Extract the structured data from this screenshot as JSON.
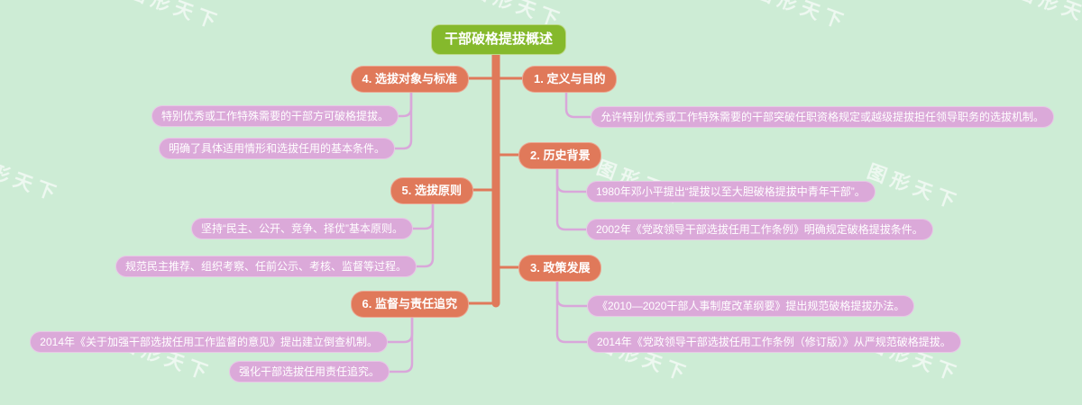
{
  "page": {
    "background": "#cdecd5"
  },
  "watermark": {
    "text": "图形天下"
  },
  "colors": {
    "center_fill": "#85b92c",
    "branch_fill": "#e0795a",
    "leaf_fill": "#dba9d9",
    "trunk": "#e0795a",
    "branch_connector": "#e0795a",
    "leaf_connector": "#d9a7da",
    "text": "#ffffff"
  },
  "mindmap": {
    "center": {
      "label": "干部破格提拔概述"
    },
    "branches": [
      {
        "label": "1. 定义与目的",
        "children": [
          "允许特别优秀或工作特殊需要的干部突破任职资格规定或越级提拔担任领导职务的选拔机制。"
        ]
      },
      {
        "label": "2. 历史背景",
        "children": [
          "1980年邓小平提出“提拔以至大胆破格提拔中青年干部”。",
          "2002年《党政领导干部选拔任用工作条例》明确规定破格提拔条件。"
        ]
      },
      {
        "label": "3. 政策发展",
        "children": [
          "《2010—2020干部人事制度改革纲要》提出规范破格提拔办法。",
          "2014年《党政领导干部选拔任用工作条例（修订版）》从严规范破格提拔。"
        ]
      },
      {
        "label": "4. 选拔对象与标准",
        "children": [
          "特别优秀或工作特殊需要的干部方可破格提拔。",
          "明确了具体适用情形和选拔任用的基本条件。"
        ]
      },
      {
        "label": "5. 选拔原则",
        "children": [
          "坚持“民主、公开、竞争、择优”基本原则。",
          "规范民主推荐、组织考察、任前公示、考核、监督等过程。"
        ]
      },
      {
        "label": "6. 监督与责任追究",
        "children": [
          "2014年《关于加强干部选拔任用工作监督的意见》提出建立倒查机制。",
          "强化干部选拔任用责任追究。"
        ]
      }
    ]
  }
}
